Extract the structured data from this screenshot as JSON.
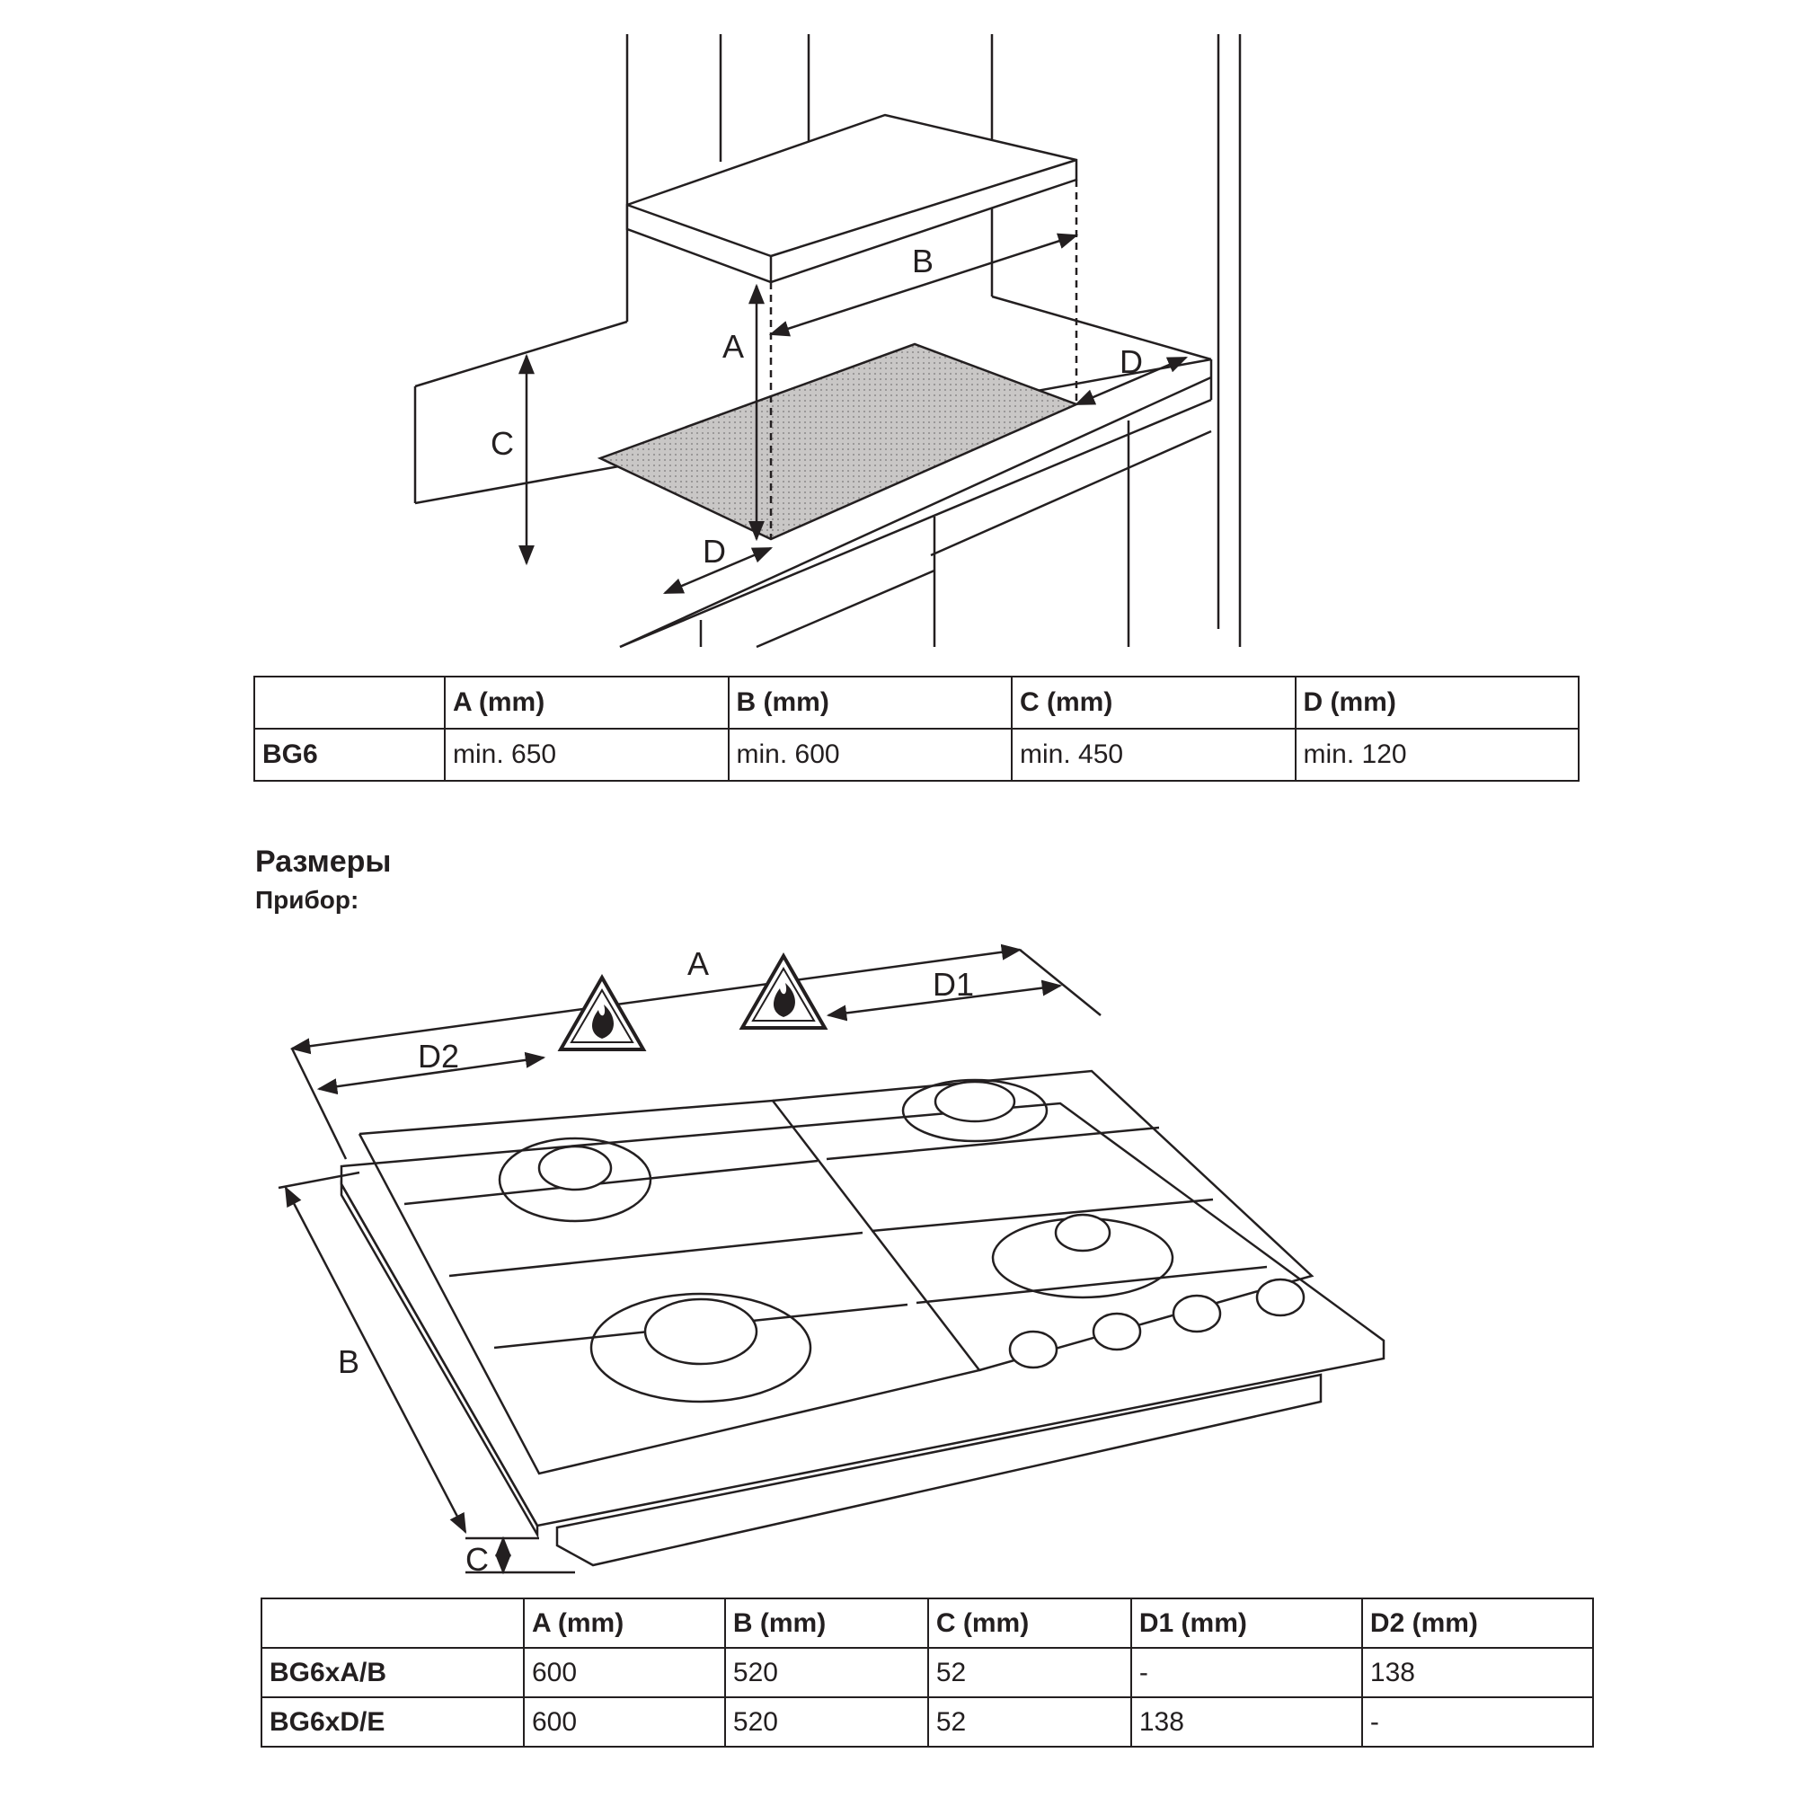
{
  "installation_diagram": {
    "labels": {
      "a": "A",
      "b": "B",
      "c": "C",
      "d_right": "D",
      "d_front": "D"
    }
  },
  "installation_table": {
    "columns": [
      "",
      "A (mm)",
      "B (mm)",
      "C (mm)",
      "D (mm)"
    ],
    "rows": [
      [
        "BG6",
        "min. 650",
        "min. 600",
        "min. 450",
        "min. 120"
      ]
    ]
  },
  "dimensions_section": {
    "title": "Размеры",
    "subtitle": "Прибор:"
  },
  "appliance_diagram": {
    "labels": {
      "a": "A",
      "b": "B",
      "c": "C",
      "d1": "D1",
      "d2": "D2"
    },
    "icons": [
      "flame-warning-icon",
      "flame-warning-icon"
    ]
  },
  "dimensions_table": {
    "columns": [
      "",
      "A (mm)",
      "B (mm)",
      "C (mm)",
      "D1 (mm)",
      "D2 (mm)"
    ],
    "rows": [
      [
        "BG6xA/B",
        "600",
        "520",
        "52",
        "-",
        "138"
      ],
      [
        "BG6xD/E",
        "600",
        "520",
        "52",
        "138",
        "-"
      ]
    ]
  }
}
